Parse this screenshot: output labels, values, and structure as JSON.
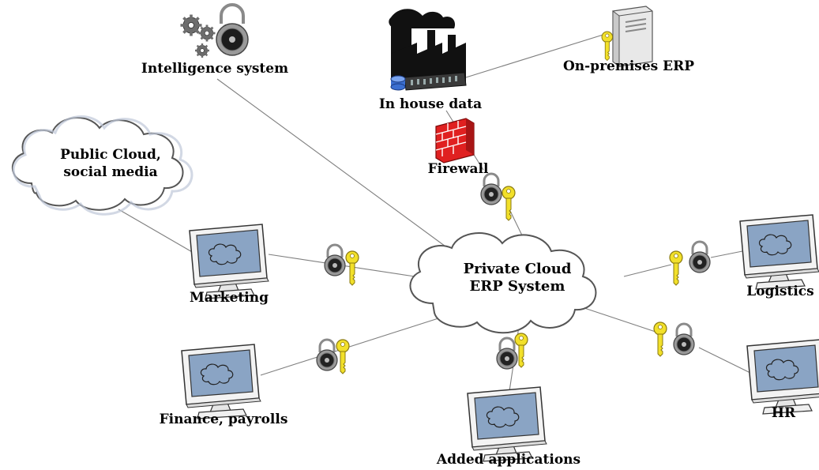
{
  "diagram": {
    "center_label": [
      "Private Cloud",
      "ERP System"
    ],
    "public_cloud_label": [
      "Public Cloud,",
      "social media"
    ],
    "nodes": {
      "intelligence": "Intelligence system",
      "in_house": "In house data",
      "on_premises": "On-premises ERP",
      "firewall": "Firewall",
      "marketing": "Marketing",
      "logistics": "Logistics",
      "finance": "Finance, payrolls",
      "added_apps": "Added applications",
      "hr": "HR"
    },
    "colors": {
      "connector": "#7f7f7f",
      "firewall_brick": "#e02020",
      "key": "#f2e02a",
      "monitor_screen": "#8aa4c4",
      "cloud_fill": "#ffffff"
    }
  }
}
